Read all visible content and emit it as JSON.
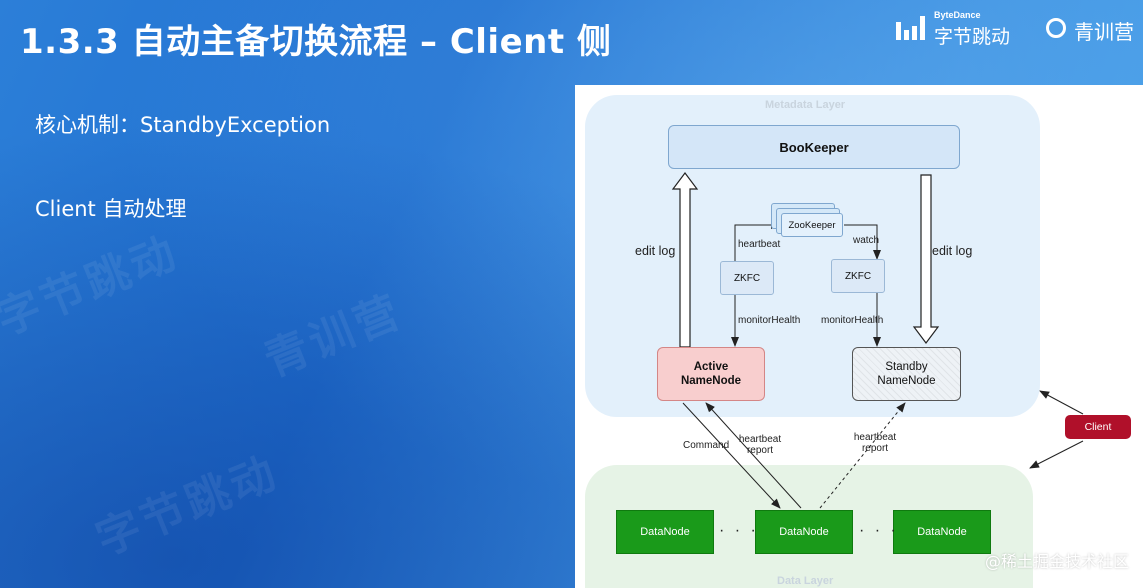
{
  "slide": {
    "title": "1.3.3 自动主备切换流程 – Client 侧",
    "bullets": [
      "核心机制：StandbyException",
      "Client 自动处理"
    ]
  },
  "brand": {
    "bytedance_small": "ByteDance",
    "bytedance_cn": "字节跳动",
    "camp": "青训营"
  },
  "diagram": {
    "metadata_layer_label": "Metadata Layer",
    "data_layer_label": "Data Layer",
    "bookkeeper": "BooKeeper",
    "zookeeper": "ZooKeeper",
    "zkfc_left": "ZKFC",
    "zkfc_right": "ZKFC",
    "active_line1": "Active",
    "active_line2": "NameNode",
    "standby_line1": "Standby",
    "standby_line2": "NameNode",
    "datanodes": [
      "DataNode",
      "DataNode",
      "DataNode"
    ],
    "dots": "· · ·",
    "client": "Client",
    "labels": {
      "edit_log_left": "edit log",
      "edit_log_right": "edit log",
      "heartbeat": "heartbeat",
      "watch": "watch",
      "monitor_left": "monitorHealth",
      "monitor_right": "monitorHealth",
      "command": "Command",
      "hb_report_left_1": "heartbeat",
      "hb_report_left_2": "report",
      "hb_report_right_1": "heartbeat",
      "hb_report_right_2": "report"
    }
  },
  "credit": "@稀土掘金技术社区",
  "colors": {
    "active_fill": "#f8cece",
    "datanode_fill": "#1a9a1a",
    "client_fill": "#b0102a",
    "bookkeeper_fill": "#d4e6f8"
  }
}
